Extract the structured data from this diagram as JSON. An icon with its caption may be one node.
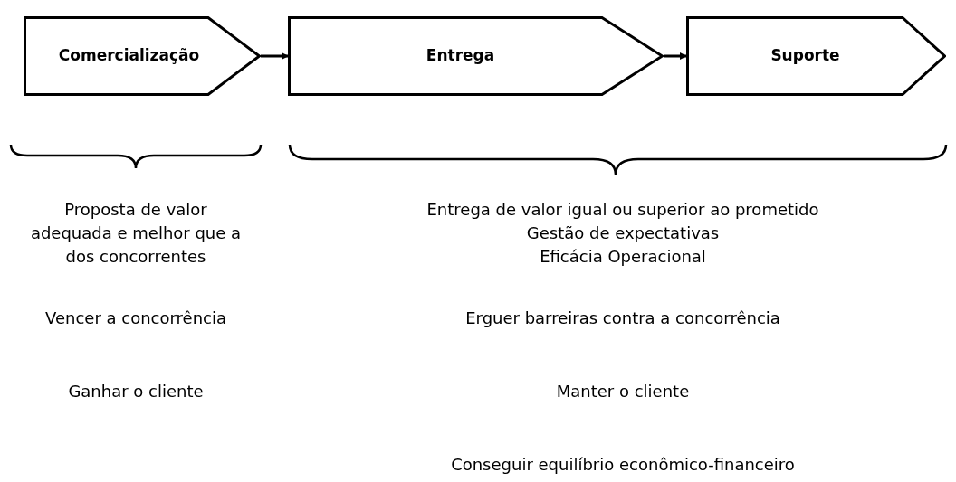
{
  "diagram": {
    "nodes": [
      {
        "text": [
          "Comercialização"
        ]
      },
      {
        "text": [
          "Entrega"
        ]
      },
      {
        "text": [
          "Suporte"
        ]
      }
    ],
    "edges": [
      {
        "from": 0,
        "to": 1,
        "arrow": "to"
      },
      {
        "from": 1,
        "to": 2,
        "arrow": "to"
      }
    ],
    "labels": [
      "Proposta de valor adequada e melhor que a dos concorrentes",
      "Entrega de valor igual ou superior ao prometido",
      "Gestão de expectativas",
      "Eficácia Operacional",
      "Vencer a concorrência",
      "Erguer barreiras contra a concorrência",
      "Ganhar o cliente",
      "Manter o cliente",
      "Conseguir equilíbrio econômico-financeiro"
    ]
  }
}
